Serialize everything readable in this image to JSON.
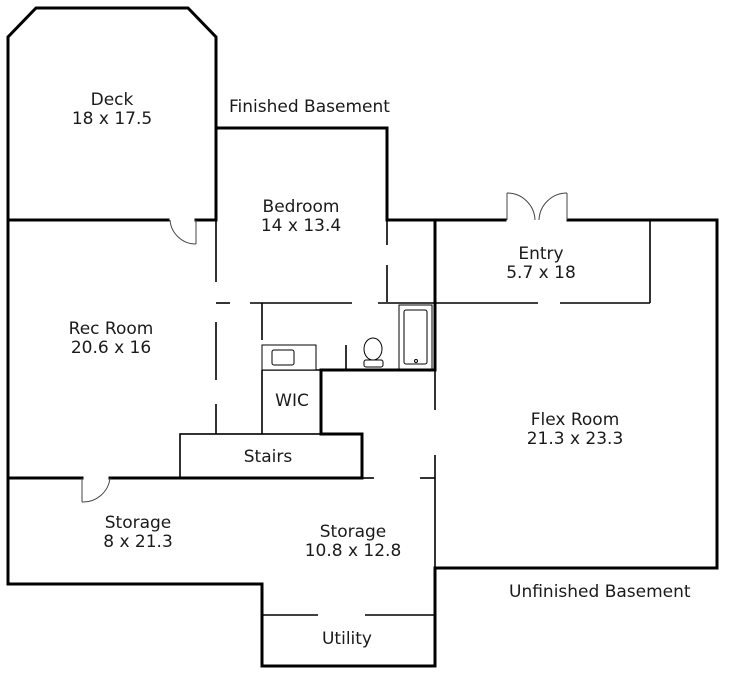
{
  "floor_labels": {
    "finished": "Finished Basement",
    "unfinished": "Unfinished Basement"
  },
  "rooms": {
    "deck": {
      "name": "Deck",
      "size": "18 x 17.5"
    },
    "bedroom": {
      "name": "Bedroom",
      "size": "14 x 13.4"
    },
    "entry": {
      "name": "Entry",
      "size": "5.7 x 18"
    },
    "rec_room": {
      "name": "Rec Room",
      "size": "20.6 x 16"
    },
    "wic": {
      "name": "WIC"
    },
    "stairs": {
      "name": "Stairs"
    },
    "flex_room": {
      "name": "Flex Room",
      "size": "21.3 x 23.3"
    },
    "storage_left": {
      "name": "Storage",
      "size": "8 x 21.3"
    },
    "storage_center": {
      "name": "Storage",
      "size": "10.8 x 12.8"
    },
    "utility": {
      "name": "Utility"
    }
  }
}
